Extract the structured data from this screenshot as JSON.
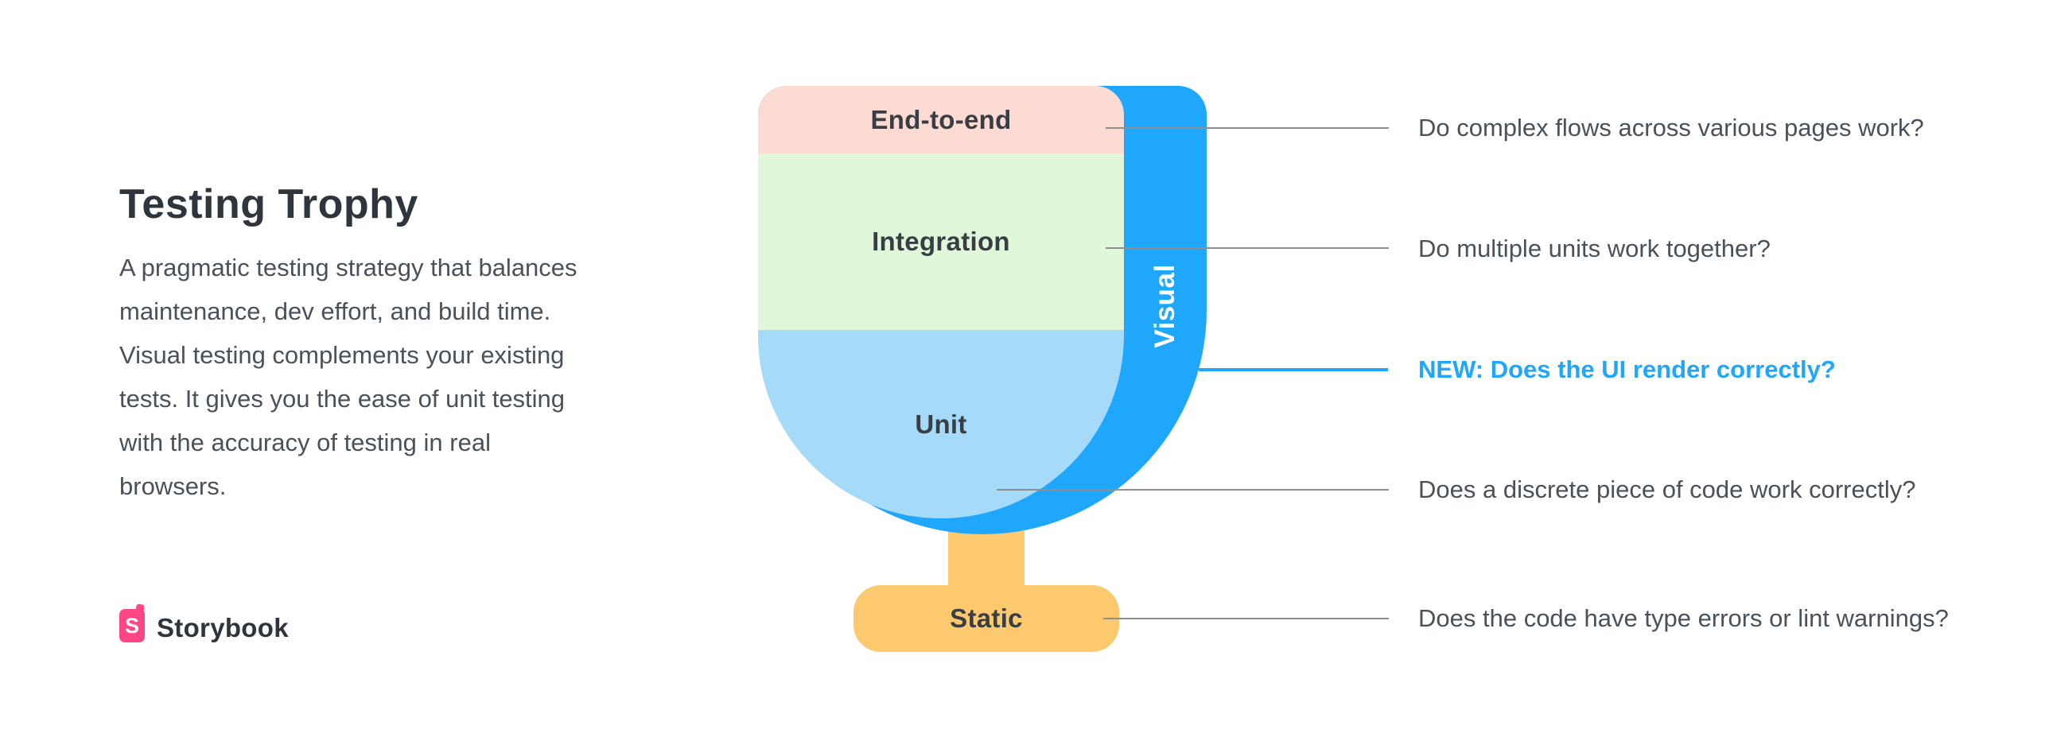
{
  "left_panel": {
    "title": "Testing Trophy",
    "paragraph_lines": [
      "A pragmatic testing strategy that balances",
      "maintenance, dev effort, and build time.",
      "Visual testing complements your existing",
      "tests. It gives you the ease of unit testing",
      "with the accuracy of testing in real",
      "browsers."
    ],
    "logo": {
      "letter": "S",
      "wordmark": "Storybook"
    }
  },
  "trophy": {
    "sections": {
      "end_to_end": {
        "label": "End-to-end",
        "color": "#FBDBD2"
      },
      "integration": {
        "label": "Integration",
        "color": "#E1F7D9"
      },
      "unit": {
        "label": "Unit",
        "color": "#A6DAF9"
      },
      "static": {
        "label": "Static",
        "color": "#FCC96F"
      },
      "visual": {
        "label": "Visual",
        "color": "#1EA7FD"
      }
    }
  },
  "annotations": [
    {
      "text": "Do complex flows across various pages work?",
      "highlight": false
    },
    {
      "text": "Do multiple units work together?",
      "highlight": false
    },
    {
      "text": "NEW: Does the UI render correctly?",
      "highlight": true
    },
    {
      "text": "Does a discrete piece of code work correctly?",
      "highlight": false
    },
    {
      "text": "Does the code have type errors or lint warnings?",
      "highlight": false
    }
  ],
  "colors": {
    "brand_blue": "#1EA7FD",
    "logo_pink": "#FF4785",
    "line_gray": "#8F8F8F",
    "heading_text": "#2E353C",
    "body_text": "#49515A",
    "background": "#FFFFFF"
  }
}
